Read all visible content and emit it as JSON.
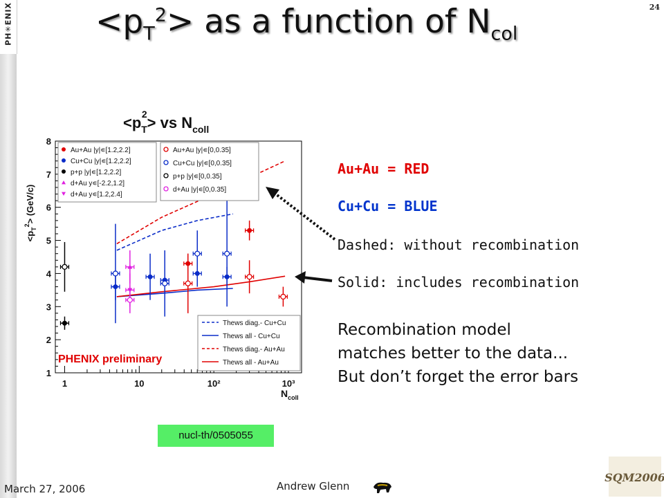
{
  "slide": {
    "number": "24",
    "title_main": "<p",
    "title_sub1": "T",
    "title_sup": "2",
    "title_mid": "> as a function of N",
    "title_sub2": "col",
    "logo_text": "PH✳ENIX"
  },
  "annotations": {
    "au": "Au+Au = RED",
    "cu": "Cu+Cu = BLUE",
    "dashed": "Dashed: without recombination",
    "solid": "Solid: includes recombination"
  },
  "conclusion": [
    "Recombination model",
    "matches better to the data...",
    "But don’t forget the error bars"
  ],
  "reference": "nucl-th/0505055",
  "footer": {
    "date": "March 27, 2006",
    "author": "Andrew Glenn",
    "conference_logo": "SQM2006"
  },
  "colors": {
    "au": "#e00000",
    "cu": "#0a2cc8",
    "pp": "#000000",
    "dau": "#e020e0"
  },
  "chart_data": {
    "type": "scatter",
    "title": "<p_T^2> vs N_coll",
    "title_parts": {
      "a": "<p",
      "sub": "T",
      "sup": "2",
      "b": "> vs N",
      "sub2": "coll"
    },
    "xlabel": "N_coll",
    "xlabel_parts": {
      "a": "N",
      "sub": "coll"
    },
    "ylabel": "<p_T^2> (GeV/c)",
    "ylabel_parts": {
      "a": "<p",
      "sub": "T",
      "sup": "2",
      "b": "> (GeV/c)"
    },
    "xscale": "log",
    "xlim": [
      0.75,
      1500
    ],
    "ylim": [
      1,
      8
    ],
    "grid": false,
    "x_ticks": [
      {
        "value": 1,
        "label": "1"
      },
      {
        "value": 10,
        "label": "10"
      },
      {
        "value": 100,
        "label": "10²"
      },
      {
        "value": 1000,
        "label": "10³"
      }
    ],
    "y_ticks": [
      1,
      2,
      3,
      4,
      5,
      6,
      7,
      8
    ],
    "watermark": "PHENIX preliminary",
    "legend_left": [
      {
        "label": "Au+Au |y|∊[1.2,2.2]",
        "color": "#e00000",
        "marker": "filled"
      },
      {
        "label": "Cu+Cu |y|∊[1.2,2.2]",
        "color": "#0a2cc8",
        "marker": "filled"
      },
      {
        "label": "p+p |y|∊[1.2,2.2]",
        "color": "#000000",
        "marker": "filled"
      },
      {
        "label": "d+Au y∊[-2.2,1.2]",
        "color": "#e020e0",
        "marker": "triangle-up"
      },
      {
        "label": "d+Au y∊[1.2,2.4]",
        "color": "#e020e0",
        "marker": "triangle-down"
      }
    ],
    "legend_right": [
      {
        "label": "Au+Au |y|∊[0,0.35]",
        "color": "#e00000",
        "marker": "open"
      },
      {
        "label": "Cu+Cu |y|∊[0,0.35]",
        "color": "#0a2cc8",
        "marker": "open"
      },
      {
        "label": "p+p |y|∊[0,0.35]",
        "color": "#000000",
        "marker": "open"
      },
      {
        "label": "d+Au |y|∊[0,0.35]",
        "color": "#e020e0",
        "marker": "open"
      }
    ],
    "legend_lines": [
      {
        "label": "Thews diag.- Cu+Cu",
        "color": "#0a2cc8",
        "dash": true
      },
      {
        "label": "Thews all - Cu+Cu",
        "color": "#0a2cc8",
        "dash": false
      },
      {
        "label": "Thews diag.- Au+Au",
        "color": "#e00000",
        "dash": true
      },
      {
        "label": "Thews all - Au+Au",
        "color": "#e00000",
        "dash": false
      }
    ],
    "series": [
      {
        "name": "p+p |y|∊[1.2,2.2]",
        "color": "#000000",
        "marker": "filled",
        "points": [
          {
            "x": 1,
            "y": 2.5,
            "ey": 0.2
          }
        ]
      },
      {
        "name": "p+p |y|∊[0,0.35]",
        "color": "#000000",
        "marker": "open",
        "points": [
          {
            "x": 1,
            "y": 4.2,
            "ey": 0.75
          }
        ]
      },
      {
        "name": "d+Au y∊[-2.2,1.2]",
        "color": "#e020e0",
        "marker": "triangle-up",
        "points": [
          {
            "x": 7.5,
            "y": 4.2,
            "ey": 0.5
          }
        ]
      },
      {
        "name": "d+Au y∊[1.2,2.4]",
        "color": "#e020e0",
        "marker": "triangle-down",
        "points": [
          {
            "x": 7.5,
            "y": 3.5,
            "ey": 0.5
          }
        ]
      },
      {
        "name": "d+Au |y|∊[0,0.35]",
        "color": "#e020e0",
        "marker": "open",
        "points": [
          {
            "x": 7.5,
            "y": 3.2,
            "ey": 0.4
          }
        ]
      },
      {
        "name": "Cu+Cu |y|∊[1.2,2.2]",
        "color": "#0a2cc8",
        "marker": "filled",
        "points": [
          {
            "x": 4.8,
            "y": 3.6,
            "ey": 0.4
          },
          {
            "x": 14,
            "y": 3.9,
            "ey": 0.7
          },
          {
            "x": 22,
            "y": 3.8,
            "ey": 0.3
          },
          {
            "x": 60,
            "y": 4.0,
            "ey": 0.4
          },
          {
            "x": 150,
            "y": 3.9,
            "ey": 0.3
          }
        ]
      },
      {
        "name": "Cu+Cu |y|∊[0,0.35]",
        "color": "#0a2cc8",
        "marker": "open",
        "points": [
          {
            "x": 4.8,
            "y": 4.0,
            "ey": 1.5
          },
          {
            "x": 22,
            "y": 3.7,
            "ey": 1.0
          },
          {
            "x": 60,
            "y": 4.6,
            "ey": 0.7
          },
          {
            "x": 150,
            "y": 4.6,
            "ey": 1.6
          }
        ]
      },
      {
        "name": "Au+Au |y|∊[1.2,2.2]",
        "color": "#e00000",
        "marker": "filled",
        "points": [
          {
            "x": 45,
            "y": 4.3,
            "ey": 0.3
          },
          {
            "x": 300,
            "y": 5.3,
            "ey": 0.3
          }
        ]
      },
      {
        "name": "Au+Au |y|∊[0,0.35]",
        "color": "#e00000",
        "marker": "open",
        "points": [
          {
            "x": 45,
            "y": 3.7,
            "ey": 0.9
          },
          {
            "x": 300,
            "y": 3.9,
            "ey": 0.5
          },
          {
            "x": 850,
            "y": 3.3,
            "ey": 0.3
          }
        ]
      }
    ],
    "curves": [
      {
        "name": "Thews diag.- Cu+Cu",
        "color": "#0a2cc8",
        "dash": true,
        "points": [
          [
            5,
            4.7
          ],
          [
            20,
            5.3
          ],
          [
            60,
            5.6
          ],
          [
            180,
            5.8
          ]
        ]
      },
      {
        "name": "Thews all - Cu+Cu",
        "color": "#0a2cc8",
        "dash": false,
        "points": [
          [
            5,
            3.3
          ],
          [
            20,
            3.4
          ],
          [
            60,
            3.5
          ],
          [
            180,
            3.55
          ]
        ]
      },
      {
        "name": "Thews diag.- Au+Au",
        "color": "#e00000",
        "dash": true,
        "points": [
          [
            5,
            4.9
          ],
          [
            20,
            5.7
          ],
          [
            100,
            6.4
          ],
          [
            300,
            6.9
          ],
          [
            900,
            7.4
          ]
        ]
      },
      {
        "name": "Thews all - Au+Au",
        "color": "#e00000",
        "dash": false,
        "points": [
          [
            5,
            3.3
          ],
          [
            20,
            3.45
          ],
          [
            100,
            3.6
          ],
          [
            300,
            3.75
          ],
          [
            900,
            3.92
          ]
        ]
      }
    ]
  }
}
